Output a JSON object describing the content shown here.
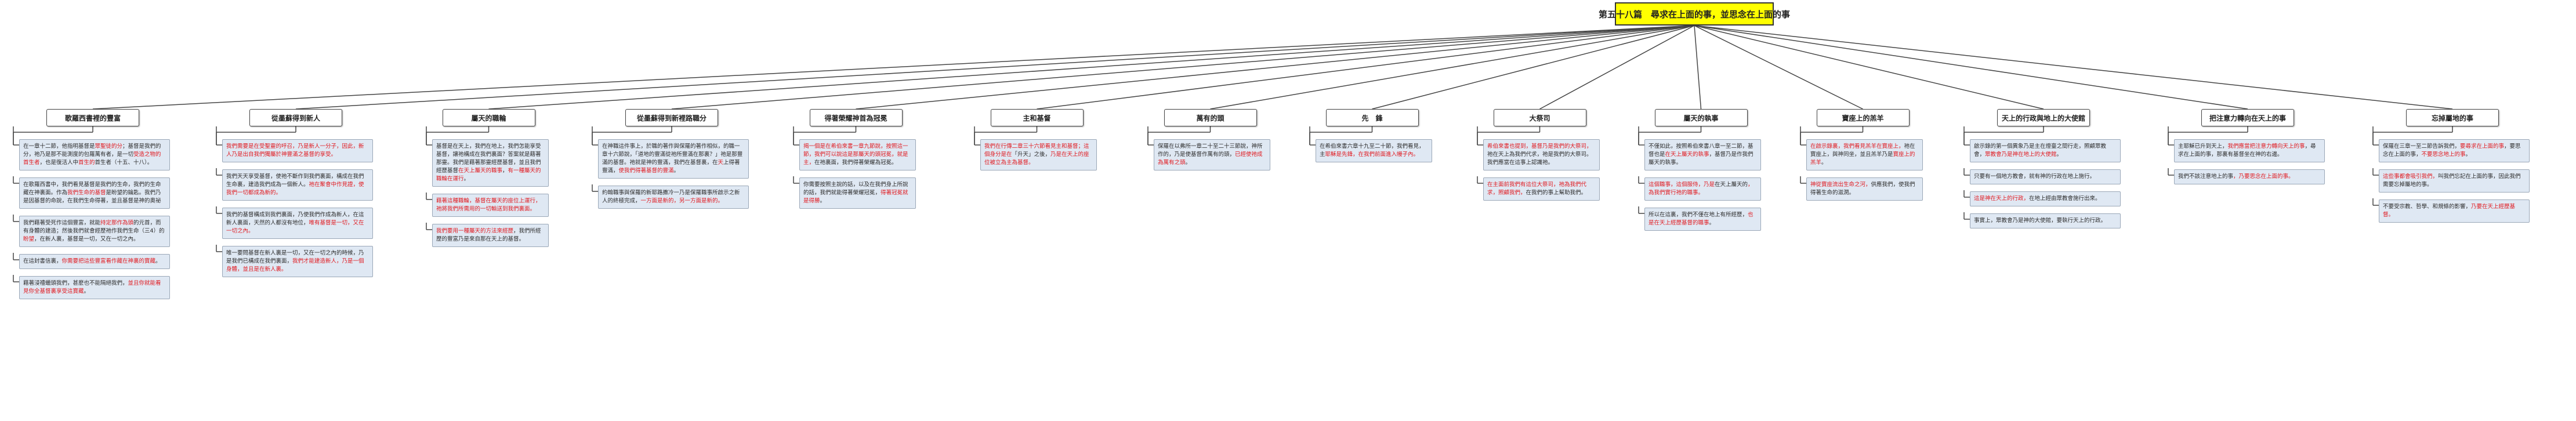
{
  "root": {
    "title": "第五十八篇　尋求在上面的事，並思念在上面的事"
  },
  "topics": [
    {
      "label": "歌羅西書裡的豐富",
      "notes": [
        {
          "parts": [
            {
              "t": "在一章十二節，他指明基督是",
              "c": "p"
            },
            {
              "t": "眾聖徒的分",
              "c": "r"
            },
            {
              "t": "；基督是我們的分，祂乃是那不能測度的包羅萬有者，是一切",
              "c": "p"
            },
            {
              "t": "受造之物的首生者",
              "c": "r"
            },
            {
              "t": "，也是復活人中",
              "c": "p"
            },
            {
              "t": "首生的",
              "c": "r"
            },
            {
              "t": "首生者（十五、十八）。",
              "c": "p"
            }
          ]
        },
        {
          "parts": [
            {
              "t": "在歌羅西書中，我們看見基督是我們的生命，我們的生命藏在神裏面。作為",
              "c": "p"
            },
            {
              "t": "我們生命的基督",
              "c": "r"
            },
            {
              "t": "是盼望的鑰匙。我們乃是因基督的命說，在我們生命得著，並且基督是神的奧祕",
              "c": "p"
            }
          ]
        },
        {
          "parts": [
            {
              "t": "我們藉著受死作這個豐富，就能",
              "c": "p"
            },
            {
              "t": "持定那作為",
              "c": "r"
            },
            {
              "t": "頭",
              "c": "r"
            },
            {
              "t": "的元首，而有身體的建造；然後我們就會經歷祂作我們生命（三4）的",
              "c": "p"
            },
            {
              "t": "盼望",
              "c": "r"
            },
            {
              "t": "，在新人裏，基督是一切，又在一切之內。",
              "c": "p"
            }
          ]
        },
        {
          "parts": [
            {
              "t": "在這封書信裏，",
              "c": "p"
            },
            {
              "t": "你需要把這些豐富看作藏在神裏的寶藏",
              "c": "r"
            },
            {
              "t": "。",
              "c": "p"
            }
          ]
        },
        {
          "parts": [
            {
              "t": "藉著浸禮蠟頭我們，甚麼也不能隔絕我們，",
              "c": "p"
            },
            {
              "t": "並且你就能看見你全基督裏享受這寶藏",
              "c": "r"
            },
            {
              "t": "。",
              "c": "p"
            }
          ]
        }
      ]
    },
    {
      "label": "從墨蘇得到新人",
      "notes": [
        {
          "parts": [
            {
              "t": "我們需要是在受聖靈的呼召，乃是新人一分子，因此，新人乃是出自我們獨屬於神豐滿之基督的享受。",
              "c": "r"
            }
          ]
        },
        {
          "parts": [
            {
              "t": "我們天天享受基督，使祂不斷作到我們裏面，構成在我們生命裏，建造我們成為一個新人。",
              "c": "p"
            },
            {
              "t": "祂在聚會中作見證，使我們一切都成為新的。",
              "c": "r"
            }
          ]
        },
        {
          "parts": [
            {
              "t": "我們的基督構成到我們裏面，乃使我們作成為新人，在這新人裏面，天然的人都沒有地位，",
              "c": "p"
            },
            {
              "t": "唯有基督是一切，又在一切之內。",
              "c": "r"
            }
          ]
        },
        {
          "parts": [
            {
              "t": "唯一要問基督在新人裏是一切，又在一切之內的時候，乃是我們已構成在我們裏面，",
              "c": "p"
            },
            {
              "t": "我們才能建造新人，乃是一個身體，並且是在新人裏。",
              "c": "r"
            }
          ]
        }
      ]
    },
    {
      "label": "屬天的職輪",
      "notes": [
        {
          "parts": [
            {
              "t": "基督是在天上，我們在地上，我們怎能享受基督，讓祂構成在我們裏面？答案就是藉著那靈。我們是藉著那靈經歷基督，並且我們經歷基督",
              "c": "p"
            },
            {
              "t": "在天上屬天的職事",
              "c": "r"
            },
            {
              "t": "，",
              "c": "p"
            },
            {
              "t": "有一種屬天的職輪在運行",
              "c": "r"
            },
            {
              "t": "。",
              "c": "p"
            }
          ]
        },
        {
          "parts": [
            {
              "t": "藉著這種職輪，基督在屬天的座位上運行，祂將我們所需用的一切輸送到我們裏面。",
              "c": "r"
            }
          ]
        },
        {
          "parts": [
            {
              "t": "我們要用一種屬天的方法來經歷",
              "c": "r"
            },
            {
              "t": "，我們所經歷的豐富乃是來自那在天上的基督。",
              "c": "p"
            }
          ]
        }
      ]
    },
    {
      "label": "從墨蘇得到新裡路職分",
      "notes": [
        {
          "parts": [
            {
              "t": "在神職這件事上，於職的著作與保羅的著作相似，的職一章十六節說，「道地的豐滿從祂所豐滿在那裏？」祂是那豐滿的基督。祂就是神的豐滿，我們在基督裏，在",
              "c": "p"
            },
            {
              "t": "天",
              "c": "r"
            },
            {
              "t": "上得著豐滿，",
              "c": "p"
            },
            {
              "t": "使我們得著基督的豐滿",
              "c": "r"
            },
            {
              "t": "。",
              "c": "p"
            }
          ]
        },
        {
          "parts": [
            {
              "t": "約翰職事與保羅的新耶路撒冷一乃是保羅職事所啟示之新人的終極完成，",
              "c": "p"
            },
            {
              "t": "一方面是新的，另一方面是新的。",
              "c": "r"
            }
          ]
        }
      ]
    },
    {
      "label": "得著榮耀神首為冠冕",
      "notes": [
        {
          "parts": [
            {
              "t": "揭一個是在希伯來書一章九節說，按照這一節，我們可以說這是那屬天的頭冠冕，就是主，",
              "c": "r"
            },
            {
              "t": "在祂裏面，我們得著榮耀為冠冕。",
              "c": "p"
            }
          ]
        },
        {
          "parts": [
            {
              "t": "你需要按照主說的話，以及在我們身上所說的話，我們就能得著榮耀冠冕，",
              "c": "p"
            },
            {
              "t": "得著冠冕就是得勝",
              "c": "r"
            },
            {
              "t": "。",
              "c": "p"
            }
          ]
        }
      ]
    },
    {
      "label": "主和基督",
      "notes": [
        {
          "parts": [
            {
              "t": "我們在行傳二章三十六節看見主和基督；這個身分是在",
              "c": "r"
            },
            {
              "t": "「升天」之後，",
              "c": "p"
            },
            {
              "t": "乃是在天上的座位被立為主為基督。",
              "c": "r"
            }
          ]
        }
      ]
    },
    {
      "label": "萬有的頭",
      "notes": [
        {
          "parts": [
            {
              "t": "保羅在以弗所一章二十至二十三節說，神所作的，乃是使基督作萬有的頭，",
              "c": "p"
            },
            {
              "t": "已經使祂成為萬有之頭",
              "c": "r"
            },
            {
              "t": "。",
              "c": "p"
            }
          ]
        }
      ]
    },
    {
      "label": "先　鋒",
      "notes": [
        {
          "parts": [
            {
              "t": "在希伯來書六章十九至二十節，我們看見，主",
              "c": "p"
            },
            {
              "t": "耶穌是先鋒，在我們前面進入幔子內。",
              "c": "r"
            }
          ]
        }
      ]
    },
    {
      "label": "大祭司",
      "notes": [
        {
          "parts": [
            {
              "t": "希伯來書也提到，基督乃是我們的大祭司，",
              "c": "r"
            },
            {
              "t": "祂在天上為我們代求，祂是我們的大祭司。我們應當在這事上認識祂。",
              "c": "p"
            }
          ]
        },
        {
          "parts": [
            {
              "t": "在主面前我們有這位大祭司，祂為我們代求，照顧我們，",
              "c": "r"
            },
            {
              "t": "在我們的事上幫助我們。",
              "c": "p"
            }
          ]
        }
      ]
    },
    {
      "label": "屬天的執事",
      "notes": [
        {
          "parts": [
            {
              "t": "不僅如此，按照希伯來書八章一至二節，基督也是",
              "c": "p"
            },
            {
              "t": "在天上屬天的執事",
              "c": "r"
            },
            {
              "t": "，基督乃是作我們屬天的執事。",
              "c": "p"
            }
          ]
        },
        {
          "parts": [
            {
              "t": "這個職事，這個服侍，乃是",
              "c": "r"
            },
            {
              "t": "在天上屬天的",
              "c": "p"
            },
            {
              "t": "，為我們實行祂的職事。",
              "c": "r"
            }
          ]
        },
        {
          "parts": [
            {
              "t": "所以在這裏，我們不僅在地上有所經歷，",
              "c": "p"
            },
            {
              "t": "也是在天上經歷基督的職事",
              "c": "r"
            },
            {
              "t": "。",
              "c": "p"
            }
          ]
        }
      ]
    },
    {
      "label": "寶座上的羔羊",
      "notes": [
        {
          "parts": [
            {
              "t": "在啟示錄裏，我們看見羔羊在寶座上，",
              "c": "r"
            },
            {
              "t": "祂在寶座上，與神同坐，並且羔羊乃是",
              "c": "p"
            },
            {
              "t": "寶座上的羔羊",
              "c": "r"
            },
            {
              "t": "。",
              "c": "p"
            }
          ]
        },
        {
          "parts": [
            {
              "t": "神從寶座流出生命之河，",
              "c": "r"
            },
            {
              "t": "供應我們，使我們得著生命的滋潤。",
              "c": "p"
            }
          ]
        }
      ]
    },
    {
      "label": "天上的行政與地上的大使館",
      "notes": [
        {
          "parts": [
            {
              "t": "啟示錄的第一個異象乃是主在燈臺之間行走，照顧眾教會，",
              "c": "p"
            },
            {
              "t": "眾教會乃是神在地上的大使館",
              "c": "r"
            },
            {
              "t": "。",
              "c": "p"
            }
          ]
        },
        {
          "parts": [
            {
              "t": "只要有一個地方教會，就有神的行政在地上施行。",
              "c": "p"
            }
          ]
        },
        {
          "parts": [
            {
              "t": "這是神在天上的行政，",
              "c": "r"
            },
            {
              "t": "在地上經由眾教會施行出來。",
              "c": "p"
            }
          ]
        },
        {
          "parts": [
            {
              "t": "事實上，眾教會乃是神的大使館，要執行天上的行政。",
              "c": "p"
            }
          ]
        }
      ]
    },
    {
      "label": "把注意力轉向在天上的事",
      "notes": [
        {
          "parts": [
            {
              "t": "主耶穌已升到天上，",
              "c": "p"
            },
            {
              "t": "我們應當把注意力轉向天上的事",
              "c": "r"
            },
            {
              "t": "，尋求在上面的事，那裏有基督坐在神的右邊。",
              "c": "p"
            }
          ]
        },
        {
          "parts": [
            {
              "t": "我們不該注意地上的事",
              "c": "p"
            },
            {
              "t": "，乃要思念在上面的事。",
              "c": "r"
            }
          ]
        }
      ]
    },
    {
      "label": "忘掉屬地的事",
      "notes": [
        {
          "parts": [
            {
              "t": "保羅在三章一至二節告訴我們，",
              "c": "p"
            },
            {
              "t": "要尋求在上面的事",
              "c": "r"
            },
            {
              "t": "，要思念在上面的事，",
              "c": "p"
            },
            {
              "t": "不要思念地上的事",
              "c": "r"
            },
            {
              "t": "。",
              "c": "p"
            }
          ]
        },
        {
          "parts": [
            {
              "t": "這些事都會吸引我們，",
              "c": "r"
            },
            {
              "t": "叫我們忘記在上面的事，因此我們需要忘掉屬地的事。",
              "c": "p"
            }
          ]
        },
        {
          "parts": [
            {
              "t": "不要受宗教、哲學、和規條的影響，",
              "c": "p"
            },
            {
              "t": "乃要在天上經歷基督。",
              "c": "r"
            }
          ]
        }
      ]
    }
  ]
}
